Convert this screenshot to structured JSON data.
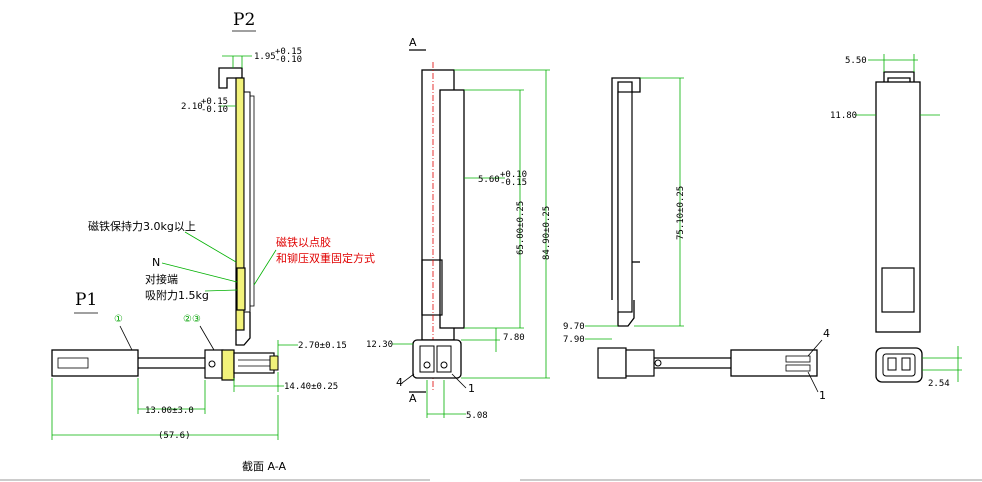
{
  "labels": {
    "p2": "P2",
    "p1": "P1",
    "magnet_hold": "磁铁保持力3.0kg以上",
    "n": "N",
    "mating_end": "对接端",
    "suction": "吸附力1.5kg",
    "glue_note_1": "磁铁以点胶",
    "glue_note_2": "和铆压双重固定方式",
    "circ1": "①",
    "circ23": "②③",
    "section_a_top": "A",
    "section_a_bot": "A",
    "section_caption": "截面  A-A",
    "num4_a": "4",
    "num1_a": "1",
    "num4_b": "4",
    "num1_b": "1"
  },
  "dims": {
    "d195": "1.95",
    "d195_tol_up": "+0.15",
    "d195_tol_dn": "-0.10",
    "d210": "2.10",
    "d210_tol_up": "+0.15",
    "d210_tol_dn": "-0.10",
    "d270": "2.70±0.15",
    "d1440": "14.40±0.25",
    "d1300": "13.00±3.0",
    "d576": "(57.6)",
    "d560": "5.60",
    "d560_tol_up": "+0.10",
    "d560_tol_dn": "-0.15",
    "d6500": "65.00±0.25",
    "d8490": "84.90±0.25",
    "d1230": "12.30",
    "d780": "7.80",
    "d508": "5.08",
    "d7510": "75.10±0.25",
    "d970": "9.70",
    "d790": "7.90",
    "d550": "5.50",
    "d1180": "11.80",
    "d254": "2.54"
  },
  "colors": {
    "dimension": "#00b000",
    "highlight": "#f2f27a",
    "note": "#e00000",
    "line": "#000000"
  }
}
